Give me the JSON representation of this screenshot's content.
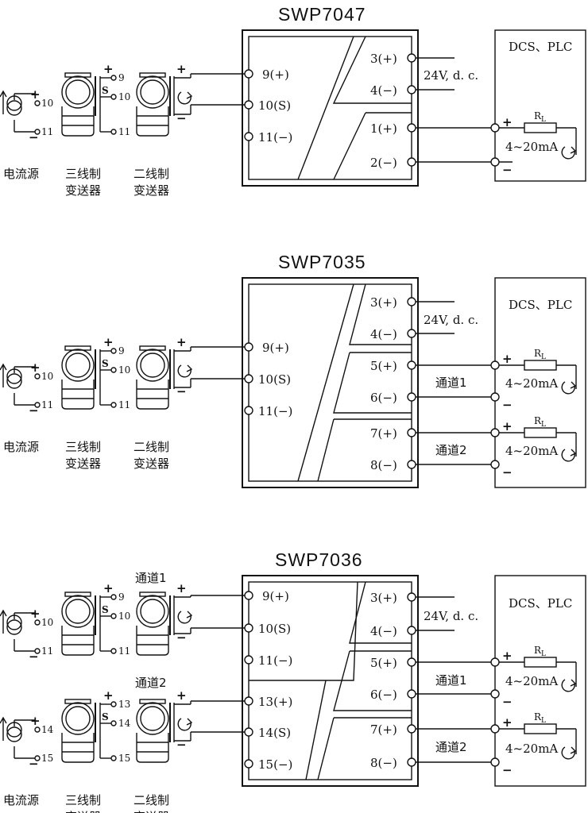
{
  "panels": [
    {
      "model": "SWP7047",
      "inputs": [
        "9(+)",
        "10(S)",
        "11(−)"
      ],
      "outputs": [
        "3(+)",
        "4(−)",
        "1(+)",
        "2(−)"
      ],
      "supply": "24V, d. c.",
      "dcs": "DCS、PLC",
      "loads": [
        {
          "r": "R",
          "sub": "L",
          "range": "4~20mA"
        }
      ],
      "channels": []
    },
    {
      "model": "SWP7035",
      "inputs": [
        "9(+)",
        "10(S)",
        "11(−)"
      ],
      "outputs": [
        "3(+)",
        "4(−)",
        "5(+)",
        "6(−)",
        "7(+)",
        "8(−)"
      ],
      "supply": "24V, d. c.",
      "dcs": "DCS、PLC",
      "loads": [
        {
          "r": "R",
          "sub": "L",
          "range": "4~20mA"
        },
        {
          "r": "R",
          "sub": "L",
          "range": "4~20mA"
        }
      ],
      "channels": [
        "通道1",
        "通道2"
      ]
    },
    {
      "model": "SWP7036",
      "inputs": [
        "9(+)",
        "10(S)",
        "11(−)",
        "13(+)",
        "14(S)",
        "15(−)"
      ],
      "outputs": [
        "3(+)",
        "4(−)",
        "5(+)",
        "6(−)",
        "7(+)",
        "8(−)"
      ],
      "supply": "24V, d. c.",
      "dcs": "DCS、PLC",
      "loads": [
        {
          "r": "R",
          "sub": "L",
          "range": "4~20mA"
        },
        {
          "r": "R",
          "sub": "L",
          "range": "4~20mA"
        }
      ],
      "channels": [
        "通道1",
        "通道2"
      ],
      "input_channels": [
        "通道1",
        "通道2"
      ]
    }
  ],
  "sources": {
    "current": "电流源",
    "three_wire": [
      "三线制",
      "变送器"
    ],
    "two_wire": [
      "二线制",
      "变送器"
    ]
  },
  "pin_labels": {
    "a": [
      "9",
      "10",
      "11"
    ],
    "b": [
      "13",
      "14",
      "15"
    ],
    "s": "S",
    "plus": "+",
    "minus": "−"
  }
}
